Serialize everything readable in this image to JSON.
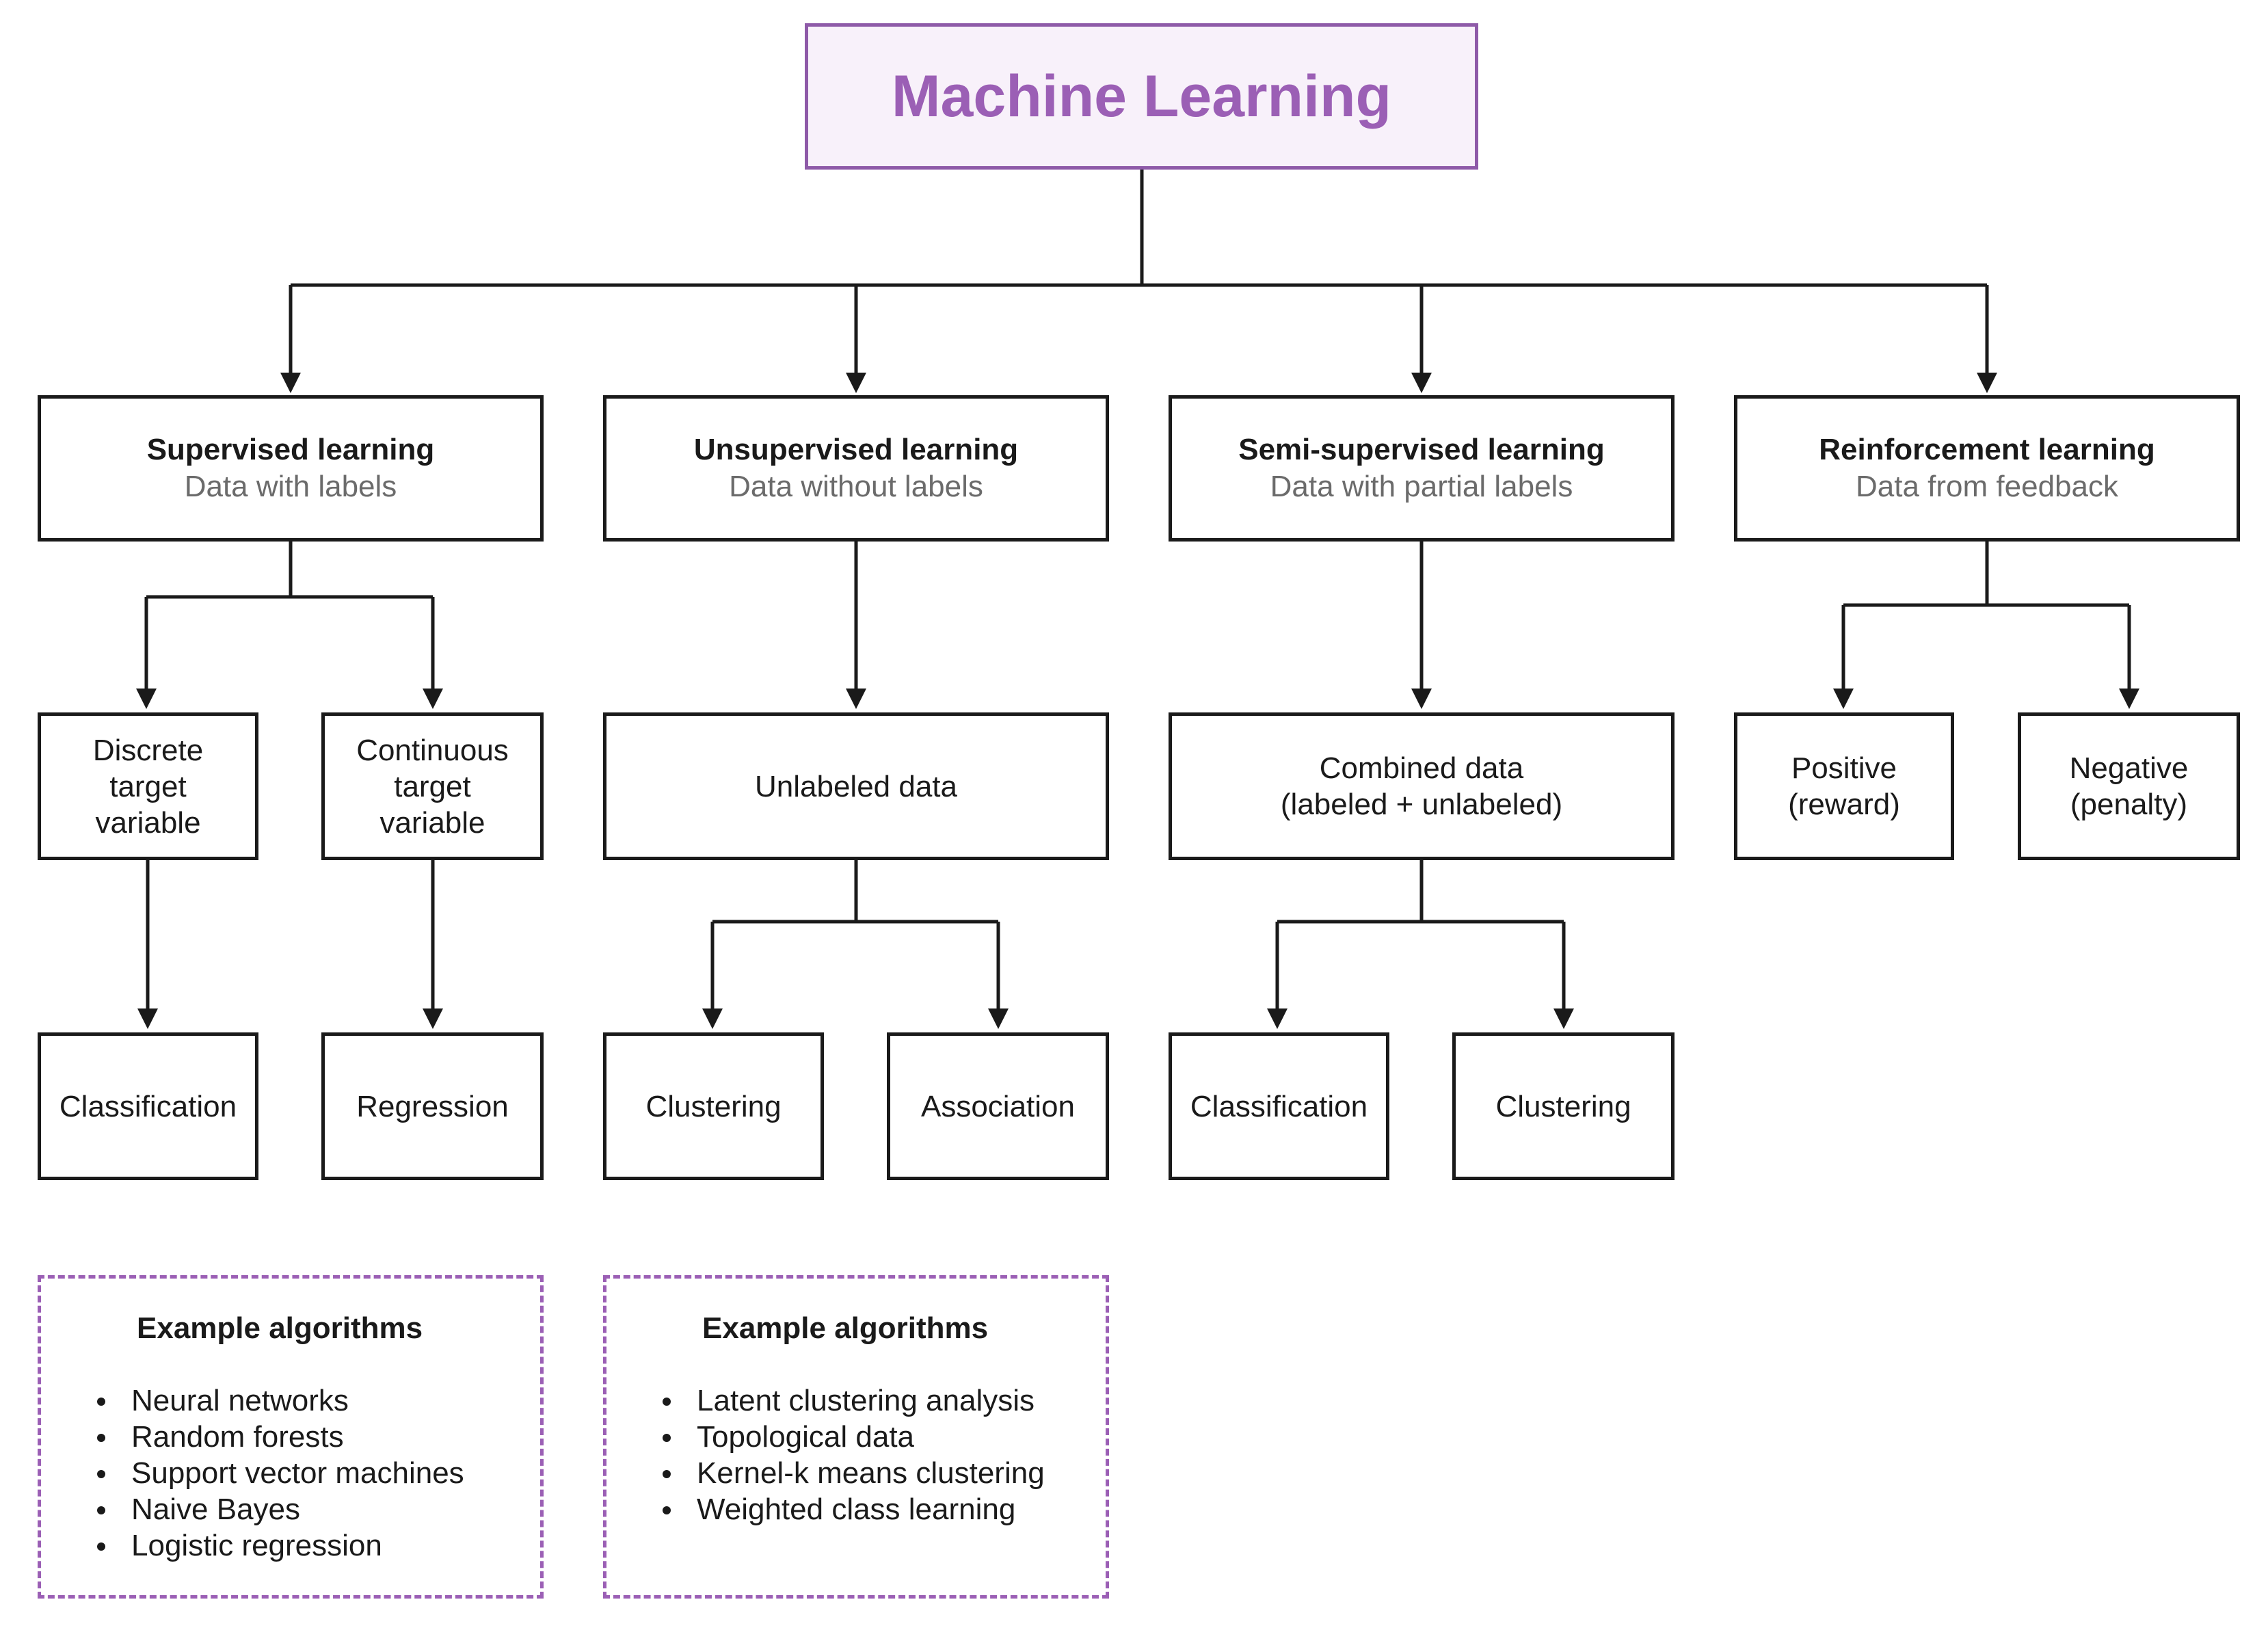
{
  "title": "Machine Learning",
  "categories": [
    {
      "title": "Supervised learning",
      "subtitle": "Data with labels"
    },
    {
      "title": "Unsupervised learning",
      "subtitle": "Data without labels"
    },
    {
      "title": "Semi-supervised learning",
      "subtitle": "Data with partial labels"
    },
    {
      "title": "Reinforcement learning",
      "subtitle": "Data from feedback"
    }
  ],
  "supervised": {
    "discrete": "Discrete\ntarget\nvariable",
    "continuous": "Continuous\ntarget\nvariable",
    "classification": "Classification",
    "regression": "Regression"
  },
  "unsupervised": {
    "data": "Unlabeled data",
    "clustering": "Clustering",
    "association": "Association"
  },
  "semi_supervised": {
    "data": "Combined data\n(labeled + unlabeled)",
    "classification": "Classification",
    "clustering": "Clustering"
  },
  "reinforcement": {
    "positive": "Positive\n(reward)",
    "negative": "Negative\n(penalty)"
  },
  "examples": [
    {
      "title": "Example algorithms",
      "items": [
        "Neural networks",
        "Random forests",
        "Support vector machines",
        "Naive Bayes",
        "Logistic regression"
      ]
    },
    {
      "title": "Example algorithms",
      "items": [
        "Latent clustering analysis",
        "Topological data",
        "Kernel-k means clustering",
        "Weighted class learning"
      ]
    }
  ],
  "colors": {
    "accent": "#9b5fb5",
    "root_fill": "#f8f1fa",
    "line": "#1a1a1a",
    "subtitle": "#6b6b6b"
  }
}
